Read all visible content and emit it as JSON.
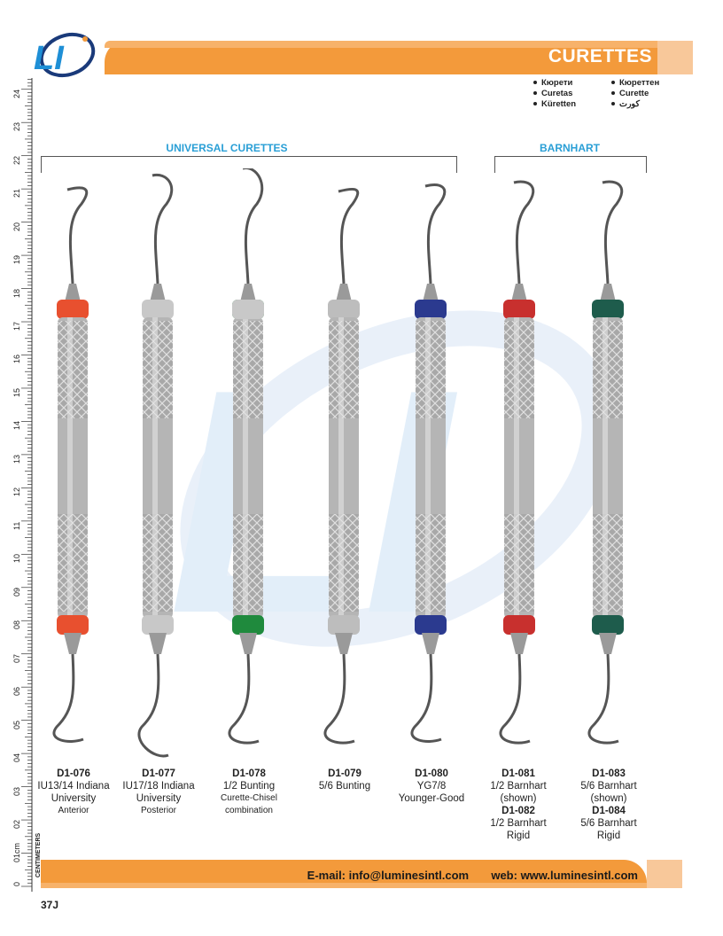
{
  "header": {
    "title": "CURETTES",
    "translations": [
      "Кюрети",
      "Curetas",
      "Küretten",
      "Кюреттен",
      "Curette",
      "كورت"
    ]
  },
  "sections": {
    "universal": "UNIVERSAL CURETTES",
    "barnhart": "BARNHART"
  },
  "ruler": {
    "numbers": [
      "0",
      "01cm",
      "02",
      "03",
      "04",
      "05",
      "06",
      "07",
      "08",
      "09",
      "10",
      "11",
      "12",
      "13",
      "14",
      "15",
      "16",
      "17",
      "18",
      "19",
      "20",
      "21",
      "22",
      "23",
      "24"
    ],
    "unit_label": "CENTIMETERS"
  },
  "instruments": [
    {
      "code": "D1-076",
      "line1": "IU13/14 Indiana",
      "line2": "University",
      "line3": "Anterior",
      "collar": "#e8502f"
    },
    {
      "code": "D1-077",
      "line1": "IU17/18 Indiana",
      "line2": "University",
      "line3": "Posterior",
      "collar": "#c8c8c8"
    },
    {
      "code": "D1-078",
      "line1": "1/2 Bunting",
      "line2": "Curette-Chisel",
      "line3": "combination",
      "collar_top": "#c8c8c8",
      "collar": "#1f8a3d"
    },
    {
      "code": "D1-079",
      "line1": "5/6 Bunting",
      "line2": "",
      "line3": "",
      "collar": "#bdbdbd"
    },
    {
      "code": "D1-080",
      "line1": "YG7/8",
      "line2": "Younger-Good",
      "line3": "",
      "collar": "#2b3a8f"
    },
    {
      "code": "D1-081",
      "line1": "1/2 Barnhart",
      "line2": "(shown)",
      "code2": "D1-082",
      "line3": "1/2 Barnhart",
      "line4": "Rigid",
      "collar": "#c8302e"
    },
    {
      "code": "D1-083",
      "line1": "5/6 Barnhart",
      "line2": "(shown)",
      "code2": "D1-084",
      "line3": "5/6 Barnhart",
      "line4": "Rigid",
      "collar": "#1e5c4c"
    }
  ],
  "footer": {
    "email": "E-mail: info@luminesintl.com",
    "web": "web: www.luminesintl.com",
    "page": "37J"
  },
  "colors": {
    "orange": "#f39a3b",
    "light_orange": "#f8c89a",
    "blue": "#2a9fd6"
  }
}
